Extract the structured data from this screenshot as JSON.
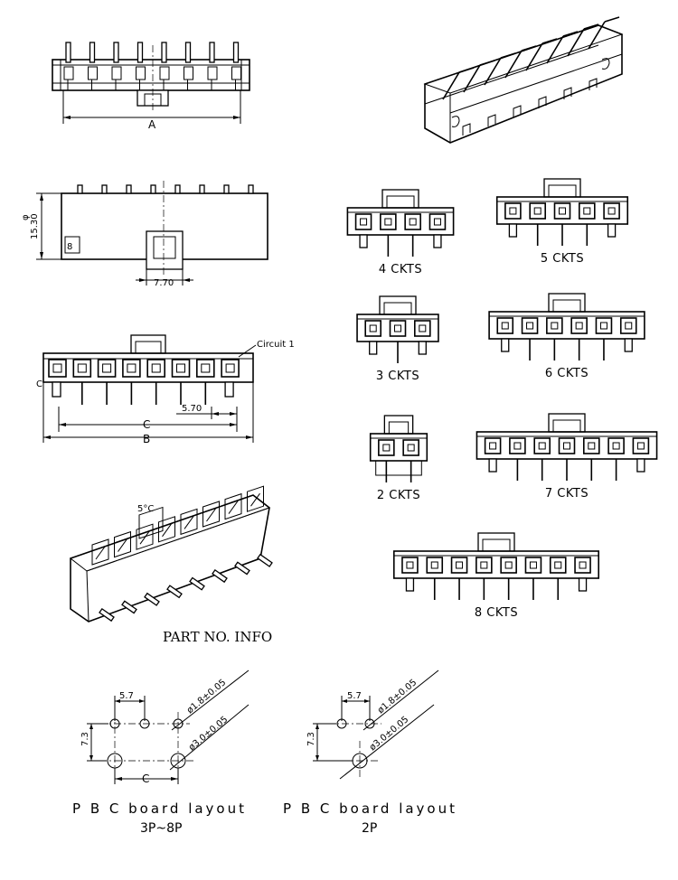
{
  "labels": {
    "dim_a": "A",
    "dim_b": "B",
    "dim_c": "C",
    "dim_c_pcb": "C",
    "height": "15.30",
    "height_small": "φ",
    "latch_width": "7.70",
    "pitch": "5.70",
    "circuit1": "Circuit 1",
    "part_info": "PART NO. INFO"
  },
  "variants": [
    {
      "label": "4 CKTS",
      "n": 4
    },
    {
      "label": "5 CKTS",
      "n": 5
    },
    {
      "label": "3 CKTS",
      "n": 3
    },
    {
      "label": "6 CKTS",
      "n": 6
    },
    {
      "label": "2 CKTS",
      "n": 2
    },
    {
      "label": "7 CKTS",
      "n": 7
    },
    {
      "label": "8 CKTS",
      "n": 8
    }
  ],
  "pcb_left": {
    "pitch": "5.7",
    "row": "7.3",
    "hole_small": "ø1.8±0.05",
    "hole_big": "ø3.0±0.05",
    "title": "P B C board layout",
    "range": "3P~8P"
  },
  "pcb_right": {
    "pitch": "5.7",
    "row": "7.3",
    "hole_small": "ø1.8±0.05",
    "hole_big": "ø3.0±0.05",
    "title": "P B C board layout",
    "range": "2P"
  }
}
